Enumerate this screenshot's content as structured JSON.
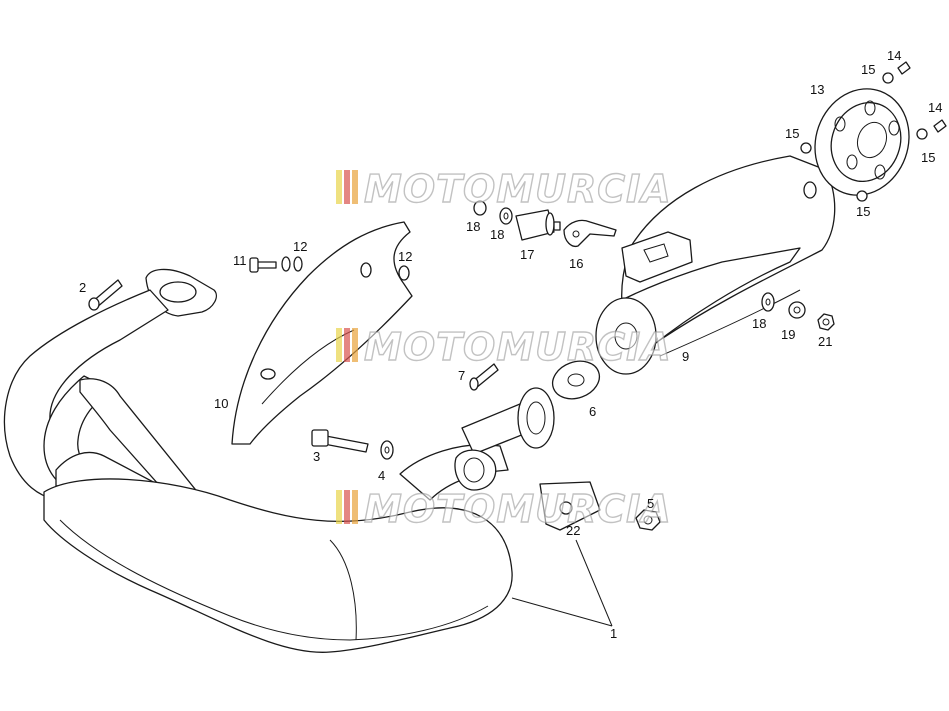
{
  "watermark": {
    "text": "MOTOMURCIA",
    "stripe_colors": [
      "#e8d44a",
      "#d9534f",
      "#e8a33a"
    ]
  },
  "labels": {
    "p1": "1",
    "p2": "2",
    "p3": "3",
    "p4": "4",
    "p5": "5",
    "p6": "6",
    "p7": "7",
    "p9": "9",
    "p10": "10",
    "p11": "11",
    "p12a": "12",
    "p12b": "12",
    "p13": "13",
    "p14a": "14",
    "p14b": "14",
    "p15a": "15",
    "p15b": "15",
    "p15c": "15",
    "p15d": "15",
    "p16": "16",
    "p17": "17",
    "p18a": "18",
    "p18b": "18",
    "p18c": "18",
    "p19": "19",
    "p21": "21",
    "p22": "22"
  }
}
